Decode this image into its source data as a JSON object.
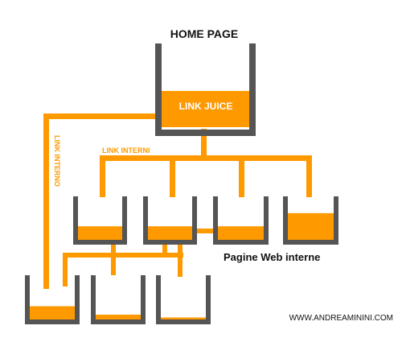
{
  "diagram": {
    "title": "HOME PAGE",
    "juice_label": "LINK JUICE",
    "internal_links_label": "LINK INTERNI",
    "internal_link_label": "LINK INTERNO",
    "internal_pages_label": "Pagine Web interne",
    "website": "WWW.ANDREAMININI.COM"
  },
  "colors": {
    "juice": "#ff9900",
    "container": "#555555",
    "text": "#111111",
    "background": "#ffffff"
  },
  "containers": {
    "home_fill": 0.45,
    "level1_fill": [
      0.33,
      0.33,
      0.33,
      0.65
    ],
    "level2_fill": [
      0.33,
      0.12,
      0.05
    ]
  }
}
